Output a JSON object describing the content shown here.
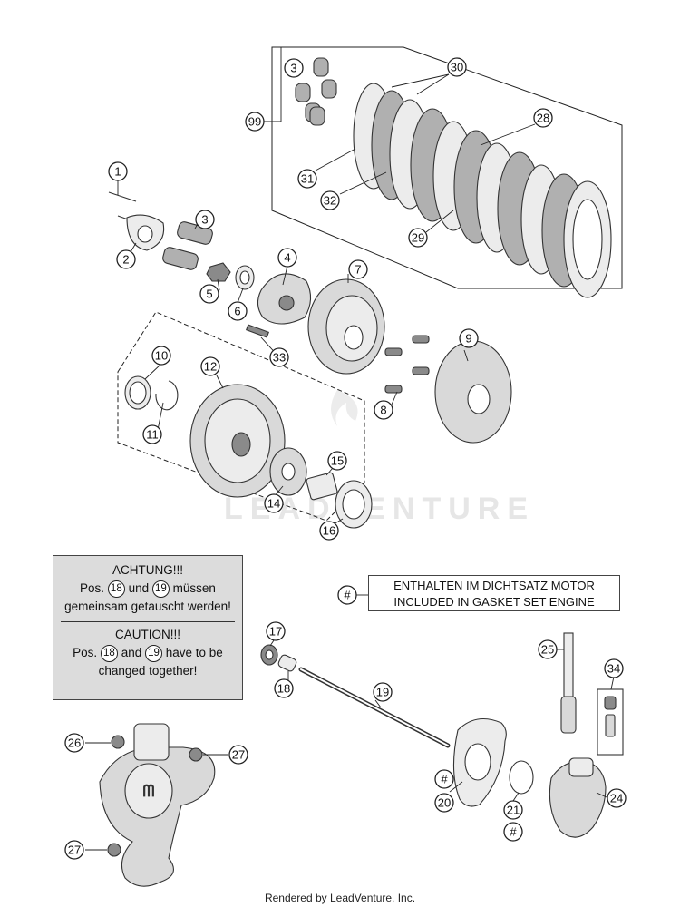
{
  "watermark_text": "LEADVENTURE",
  "callouts": [
    {
      "id": "c1",
      "label": "1"
    },
    {
      "id": "c2",
      "label": "2"
    },
    {
      "id": "c3a",
      "label": "3"
    },
    {
      "id": "c3b",
      "label": "3"
    },
    {
      "id": "c4",
      "label": "4"
    },
    {
      "id": "c5",
      "label": "5"
    },
    {
      "id": "c6",
      "label": "6"
    },
    {
      "id": "c7",
      "label": "7"
    },
    {
      "id": "c8",
      "label": "8"
    },
    {
      "id": "c9",
      "label": "9"
    },
    {
      "id": "c10",
      "label": "10"
    },
    {
      "id": "c11",
      "label": "11"
    },
    {
      "id": "c12",
      "label": "12"
    },
    {
      "id": "c14",
      "label": "14"
    },
    {
      "id": "c15",
      "label": "15"
    },
    {
      "id": "c16",
      "label": "16"
    },
    {
      "id": "c17",
      "label": "17"
    },
    {
      "id": "c18",
      "label": "18"
    },
    {
      "id": "c19",
      "label": "19"
    },
    {
      "id": "c20",
      "label": "20"
    },
    {
      "id": "c20h",
      "label": "#"
    },
    {
      "id": "c21",
      "label": "21"
    },
    {
      "id": "c21h",
      "label": "#"
    },
    {
      "id": "c24",
      "label": "24"
    },
    {
      "id": "c25",
      "label": "25"
    },
    {
      "id": "c26",
      "label": "26"
    },
    {
      "id": "c27a",
      "label": "27"
    },
    {
      "id": "c27b",
      "label": "27"
    },
    {
      "id": "c28",
      "label": "28"
    },
    {
      "id": "c29",
      "label": "29"
    },
    {
      "id": "c30",
      "label": "30"
    },
    {
      "id": "c31",
      "label": "31"
    },
    {
      "id": "c32",
      "label": "32"
    },
    {
      "id": "c33",
      "label": "33"
    },
    {
      "id": "c34",
      "label": "34"
    },
    {
      "id": "c99",
      "label": "99"
    },
    {
      "id": "clegend",
      "label": "#"
    }
  ],
  "warning": {
    "de_title": "ACHTUNG!!!",
    "de_pre": "Pos.",
    "de_ref1": "18",
    "de_mid": "und",
    "de_ref2": "19",
    "de_post": "müssen",
    "de_line2": "gemeinsam getauscht werden!",
    "en_title": "CAUTION!!!",
    "en_pre": "Pos.",
    "en_ref1": "18",
    "en_mid": "and",
    "en_ref2": "19",
    "en_post": "have to be",
    "en_line2": "changed together!"
  },
  "legend": {
    "line1": "ENTHALTEN IM DICHTSATZ MOTOR",
    "line2": "INCLUDED IN GASKET SET ENGINE"
  },
  "footer": "Rendered by LeadVenture, Inc."
}
